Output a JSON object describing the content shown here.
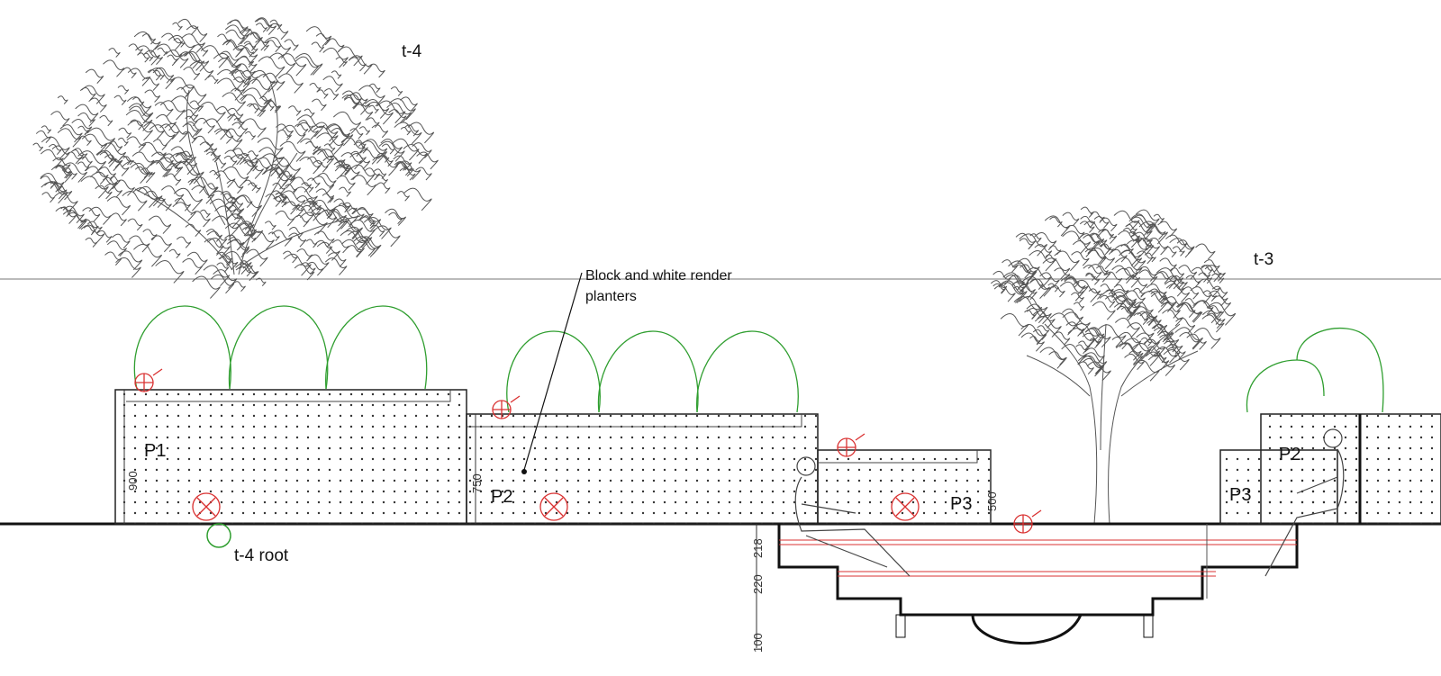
{
  "tree_labels": {
    "t4": "t-4",
    "t3": "t-3",
    "t4_root": "t-4 root"
  },
  "annotation": {
    "line1": "Block and white render",
    "line2": "planters"
  },
  "planters": {
    "p1": "P1",
    "p2_left": "P2",
    "p3_left": "P3",
    "p2_right": "P2",
    "p3_right": "P3"
  },
  "dimensions": {
    "d900": "900",
    "d750": "750",
    "d500": "500",
    "d218": "218",
    "d220": "220",
    "d100": "100"
  },
  "colors": {
    "line": "#111111",
    "shrub": "#2f9e2f",
    "symbol": "#d93030",
    "tree": "#666666",
    "hatch": "#333333"
  }
}
